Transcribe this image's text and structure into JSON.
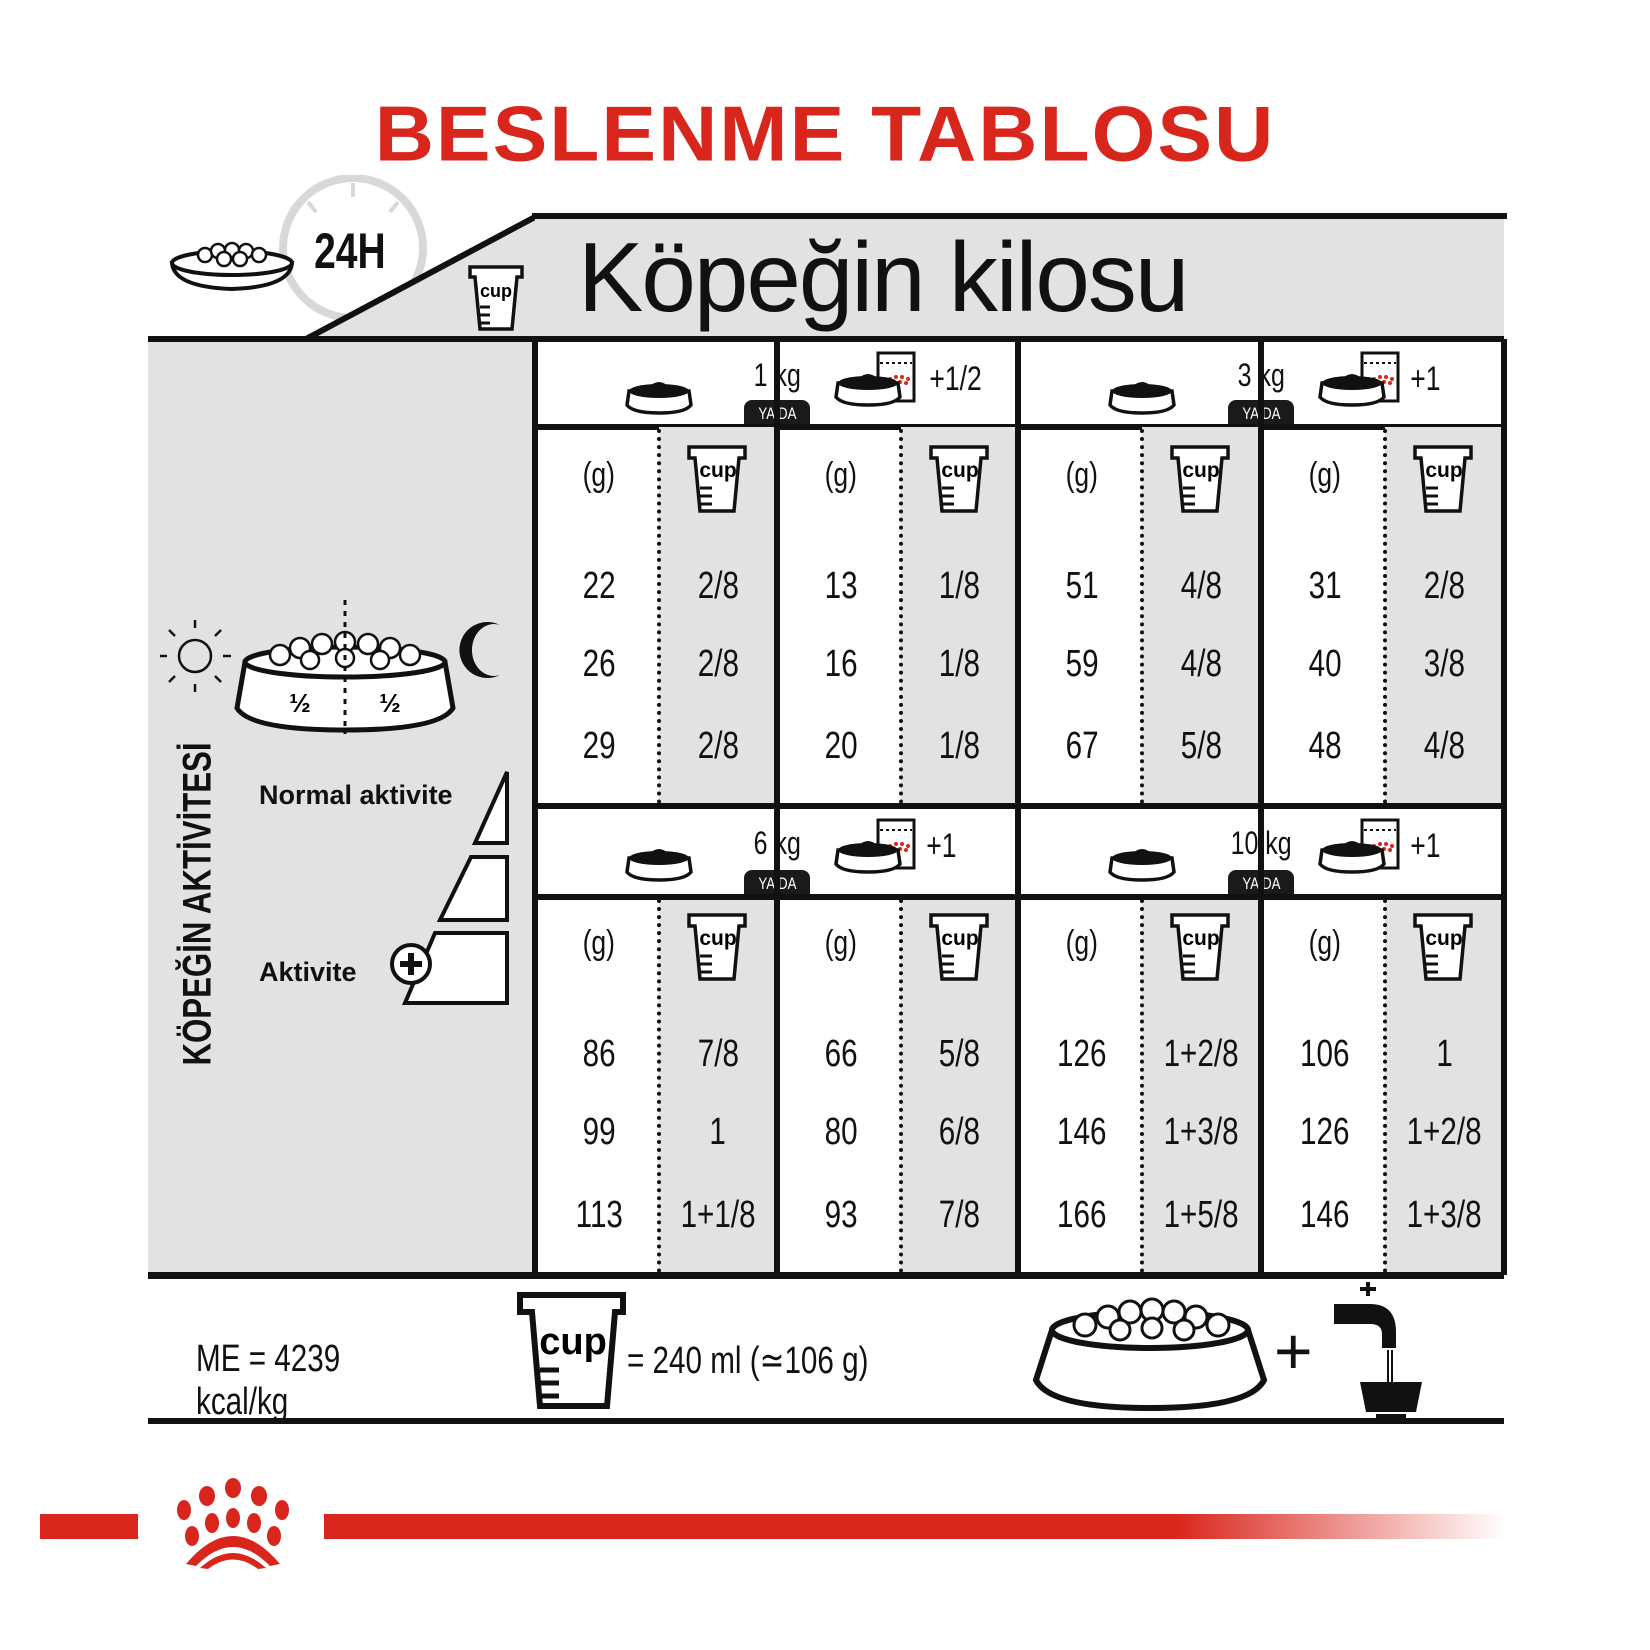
{
  "title": "BESLENME TABLOSU",
  "top_left": {
    "time_label": "24H",
    "cup_label": "cup"
  },
  "header": {
    "title": "Köpeğin kilosu"
  },
  "activity_panel": {
    "vertical_label": "KÖPEĞİN AKTİVİTESİ",
    "split_left": "½",
    "split_right": "½",
    "normal_label": "Normal aktivite",
    "active_label": "Aktivite"
  },
  "sections": [
    {
      "weight": "1 kg",
      "or_label": "YA DA",
      "extra": "+1/2",
      "dry": {
        "g_header": "(g)",
        "cup_header": "cup",
        "grams": [
          "22",
          "26",
          "29"
        ],
        "cups": [
          "2/8",
          "2/8",
          "2/8"
        ]
      },
      "mixed": {
        "g_header": "(g)",
        "cup_header": "cup",
        "grams": [
          "13",
          "16",
          "20"
        ],
        "cups": [
          "1/8",
          "1/8",
          "1/8"
        ]
      }
    },
    {
      "weight": "3 kg",
      "or_label": "YA DA",
      "extra": "+1",
      "dry": {
        "g_header": "(g)",
        "cup_header": "cup",
        "grams": [
          "51",
          "59",
          "67"
        ],
        "cups": [
          "4/8",
          "4/8",
          "5/8"
        ]
      },
      "mixed": {
        "g_header": "(g)",
        "cup_header": "cup",
        "grams": [
          "31",
          "40",
          "48"
        ],
        "cups": [
          "2/8",
          "3/8",
          "4/8"
        ]
      }
    },
    {
      "weight": "6 kg",
      "or_label": "YA DA",
      "extra": "+1",
      "dry": {
        "g_header": "(g)",
        "cup_header": "cup",
        "grams": [
          "86",
          "99",
          "113"
        ],
        "cups": [
          "7/8",
          "1",
          "1+1/8"
        ]
      },
      "mixed": {
        "g_header": "(g)",
        "cup_header": "cup",
        "grams": [
          "66",
          "80",
          "93"
        ],
        "cups": [
          "5/8",
          "6/8",
          "7/8"
        ]
      }
    },
    {
      "weight": "10 kg",
      "or_label": "YA DA",
      "extra": "+1",
      "dry": {
        "g_header": "(g)",
        "cup_header": "cup",
        "grams": [
          "126",
          "146",
          "166"
        ],
        "cups": [
          "1+2/8",
          "1+3/8",
          "1+5/8"
        ]
      },
      "mixed": {
        "g_header": "(g)",
        "cup_header": "cup",
        "grams": [
          "106",
          "126",
          "146"
        ],
        "cups": [
          "1",
          "1+2/8",
          "1+3/8"
        ]
      }
    }
  ],
  "footer": {
    "energy": "ME = 4239 kcal/kg",
    "cup_label": "cup",
    "cup_equivalent": "= 240 ml (≃106 g)",
    "plus": "+"
  },
  "brand": {
    "logo": "Royal Canin crown",
    "color": "#d9261c"
  },
  "colors": {
    "accent": "#d9261c",
    "panel_gray": "#e2e2e2",
    "ink": "#111111"
  }
}
